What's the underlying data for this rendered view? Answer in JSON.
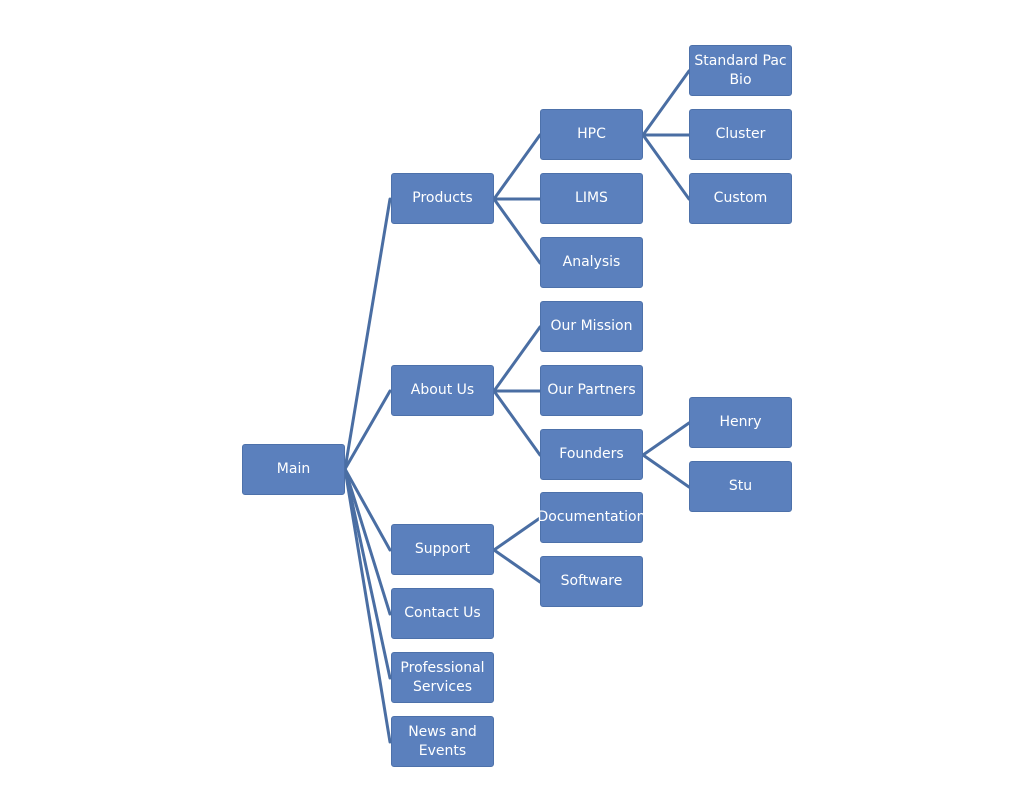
{
  "diagram": {
    "type": "tree",
    "colors": {
      "node_fill": "#5b80bd",
      "node_border": "#4d71aa",
      "connector": "#4a6ea3",
      "text": "#ffffff",
      "background": "#ffffff"
    },
    "root": {
      "label": "Main",
      "children": [
        {
          "label": "Products",
          "children": [
            {
              "label": "HPC",
              "children": [
                {
                  "label": "Standard Pac\nBio"
                },
                {
                  "label": "Cluster"
                },
                {
                  "label": "Custom"
                }
              ]
            },
            {
              "label": "LIMS"
            },
            {
              "label": "Analysis"
            }
          ]
        },
        {
          "label": "About Us",
          "children": [
            {
              "label": "Our Mission"
            },
            {
              "label": "Our Partners"
            },
            {
              "label": "Founders",
              "children": [
                {
                  "label": "Henry"
                },
                {
                  "label": "Stu"
                }
              ]
            }
          ]
        },
        {
          "label": "Support",
          "children": [
            {
              "label": "Documentation"
            },
            {
              "label": "Software"
            }
          ]
        },
        {
          "label": "Contact Us"
        },
        {
          "label": "Professional\nServices"
        },
        {
          "label": "News and\nEvents"
        }
      ]
    }
  }
}
